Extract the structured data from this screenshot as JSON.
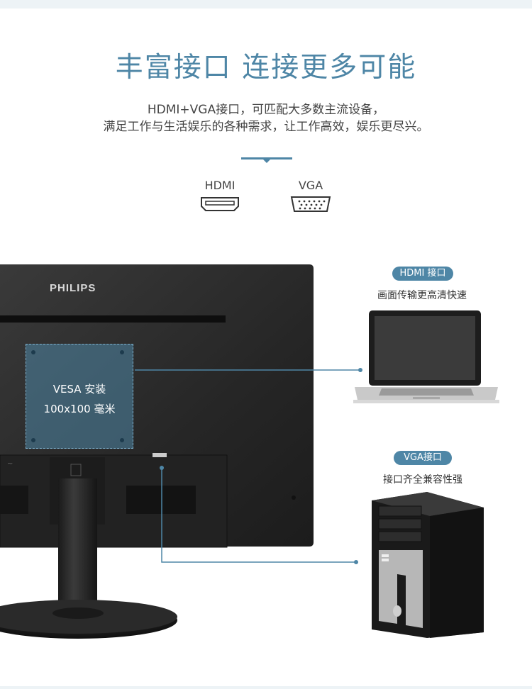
{
  "header": {
    "title": "丰富接口  连接更多可能",
    "subtitle_line1": "HDMI+VGA接口，可匹配大多数主流设备，",
    "subtitle_line2": "满足工作与生活娱乐的各种需求，让工作高效，娱乐更尽兴。"
  },
  "ports": {
    "hdmi_label": "HDMI",
    "vga_label": "VGA"
  },
  "monitor": {
    "brand": "PHILIPS",
    "vesa_line1": "VESA 安装",
    "vesa_line2": "100x100 毫米"
  },
  "callouts": {
    "hdmi_badge": "HDMI 接口",
    "hdmi_desc": "画面传输更高清快速",
    "vga_badge": "VGA接口",
    "vga_desc": "接口齐全兼容性强"
  },
  "colors": {
    "accent": "#4e86a6",
    "monitor": "#2a2a2a"
  }
}
